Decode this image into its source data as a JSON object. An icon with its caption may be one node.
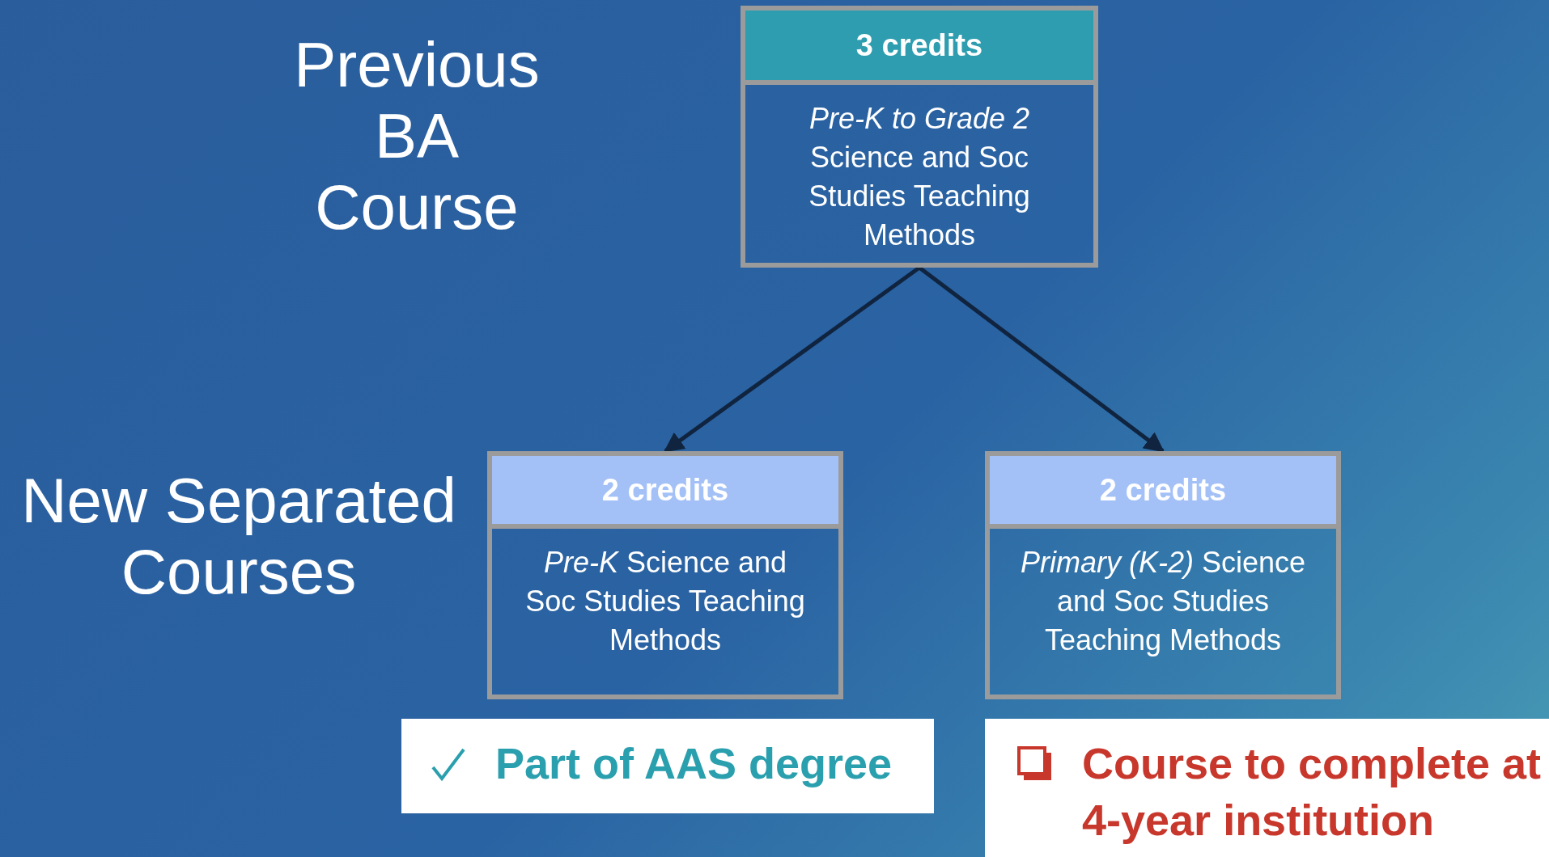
{
  "diagram": {
    "nodes": [
      {
        "text": [
          "3 credits",
          "*Pre-K to Grade 2* Science and Soc Studies Teaching Methods"
        ]
      },
      {
        "text": [
          "2 credits",
          "*Pre-K* Science and Soc Studies Teaching Methods"
        ]
      },
      {
        "text": [
          "2 credits",
          "*Primary (K-2)* Science and Soc Studies Teaching Methods"
        ]
      }
    ],
    "edges": [
      {
        "from": 0,
        "to": 1,
        "arrow": "to"
      },
      {
        "from": 0,
        "to": 2,
        "arrow": "to"
      }
    ],
    "labels": [
      "Previous BA Course",
      "New Separated Courses"
    ],
    "legend": [
      {
        "text": "Part of AAS degree"
      },
      {
        "text": "Course to complete at 4-year institution"
      }
    ]
  }
}
